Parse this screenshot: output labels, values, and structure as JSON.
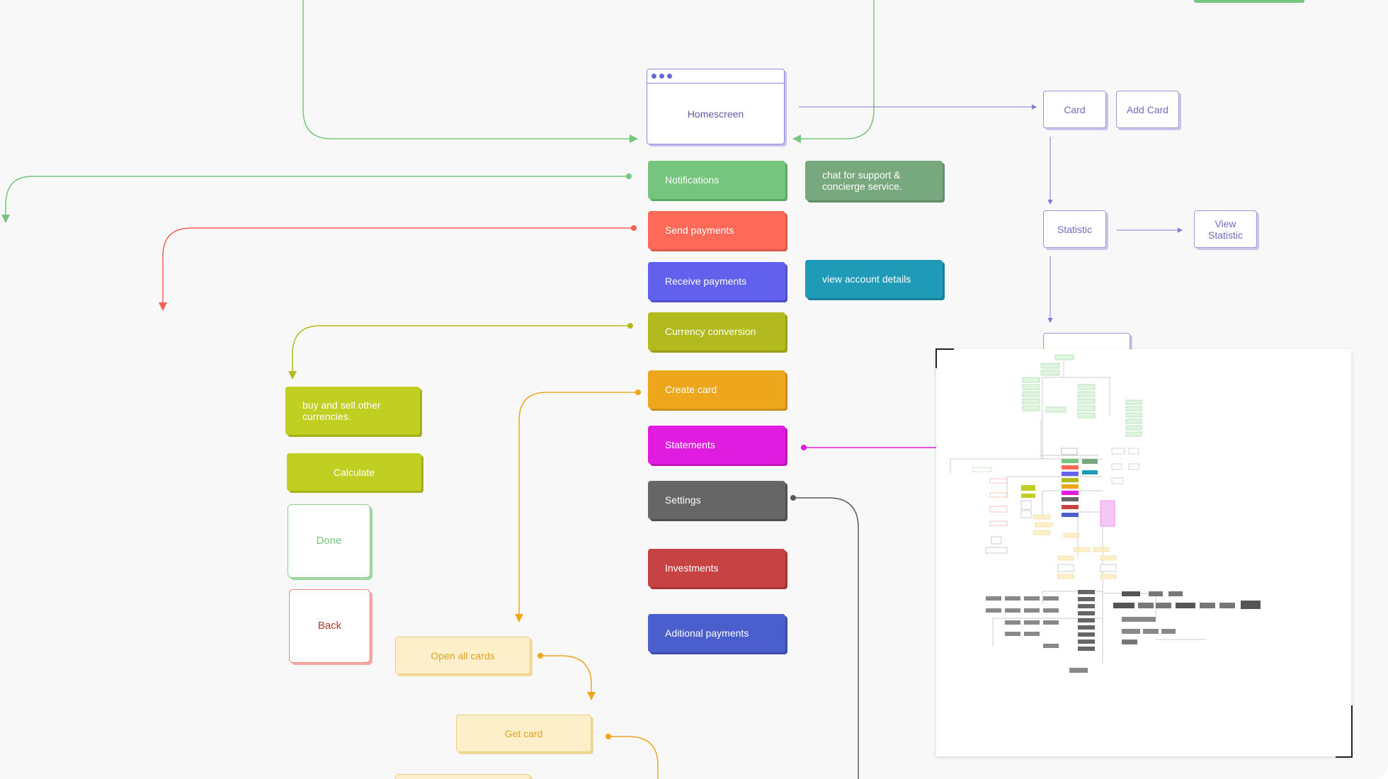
{
  "homescreen": {
    "label": "Homescreen"
  },
  "nodes": {
    "notifications": "Notifications",
    "send_payments": "Send payments",
    "receive_payments": "Receive payments",
    "currency_conversion": "Currency conversion",
    "create_card": "Create card",
    "statements": "Statements",
    "settings": "Settings",
    "investments": "Investments",
    "additional_payments": "Aditional payments",
    "chat_support": "chat for support & concierge service.",
    "view_account": "view account details",
    "buy_sell": "buy and sell other currencies.",
    "calculate": "Calculate",
    "done": "Done",
    "back": "Back",
    "open_all_cards": "Open all cards",
    "get_card": "Get card",
    "card": "Card",
    "add_card": "Add Card",
    "statistic": "Statistic",
    "view_statistic": "View Statistic"
  },
  "colors": {
    "notifications": "#76c57c",
    "send_payments": "#fe6a57",
    "receive_payments": "#6161ee",
    "currency_conversion": "#b2ba1d",
    "create_card": "#eea61d",
    "statements": "#e11ce1",
    "settings": "#666666",
    "investments": "#c74242",
    "additional_payments": "#4a5fcc",
    "chat_support": "#78a87d",
    "view_account": "#1f9bb8",
    "lime": "#c1cf22",
    "wire_purple": "#7b78d6"
  }
}
